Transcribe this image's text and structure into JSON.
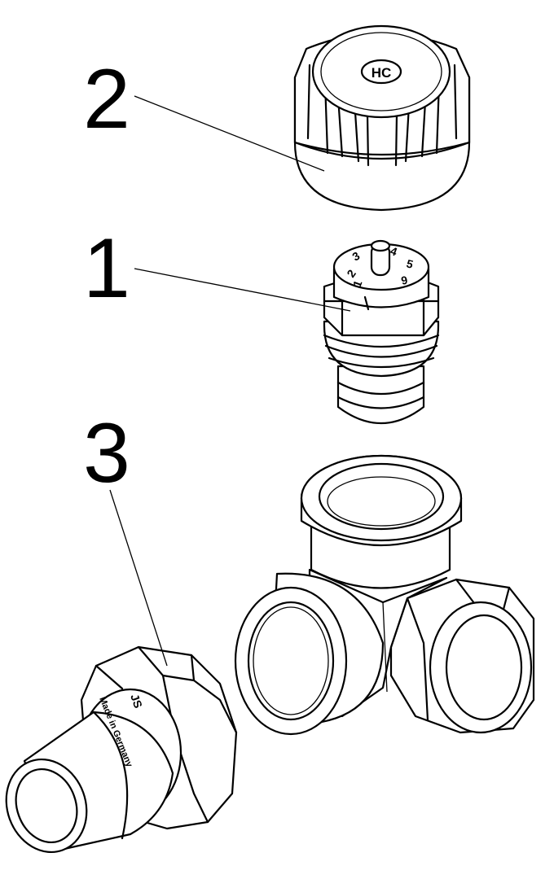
{
  "callouts": [
    {
      "id": "2",
      "label": "2"
    },
    {
      "id": "1",
      "label": "1"
    },
    {
      "id": "3",
      "label": "3"
    }
  ],
  "valve_insert_scale": [
    "1",
    "2",
    "3",
    "4",
    "5",
    "6"
  ],
  "cap_logo": "HC",
  "coupling_marking": {
    "brand": "JS",
    "text": "Made in Germany"
  }
}
